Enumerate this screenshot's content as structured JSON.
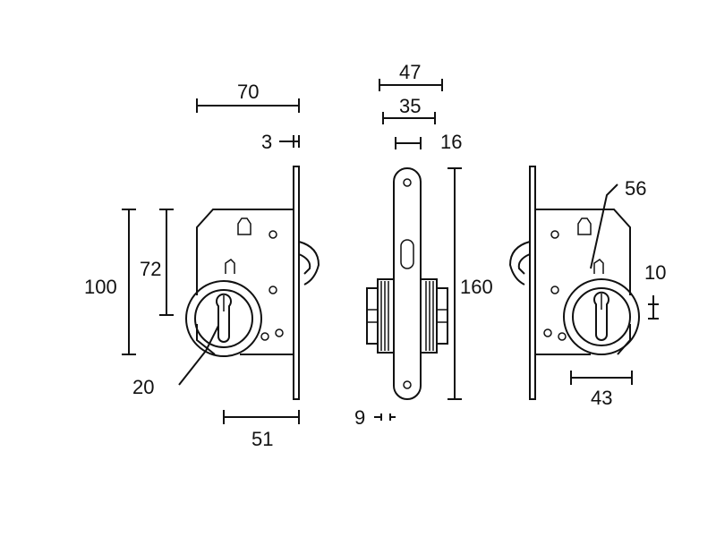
{
  "dimensions": {
    "width_70": "70",
    "bolt_3": "3",
    "height_100": "100",
    "height_72": "72",
    "cylinder_20": "20",
    "backset_51": "51",
    "width_47": "47",
    "width_35": "35",
    "width_16": "16",
    "height_160": "160",
    "gap_9": "9",
    "ring_56": "56",
    "offset_10": "10",
    "width_43": "43"
  },
  "colors": {
    "line": "#111111",
    "background": "#ffffff"
  }
}
